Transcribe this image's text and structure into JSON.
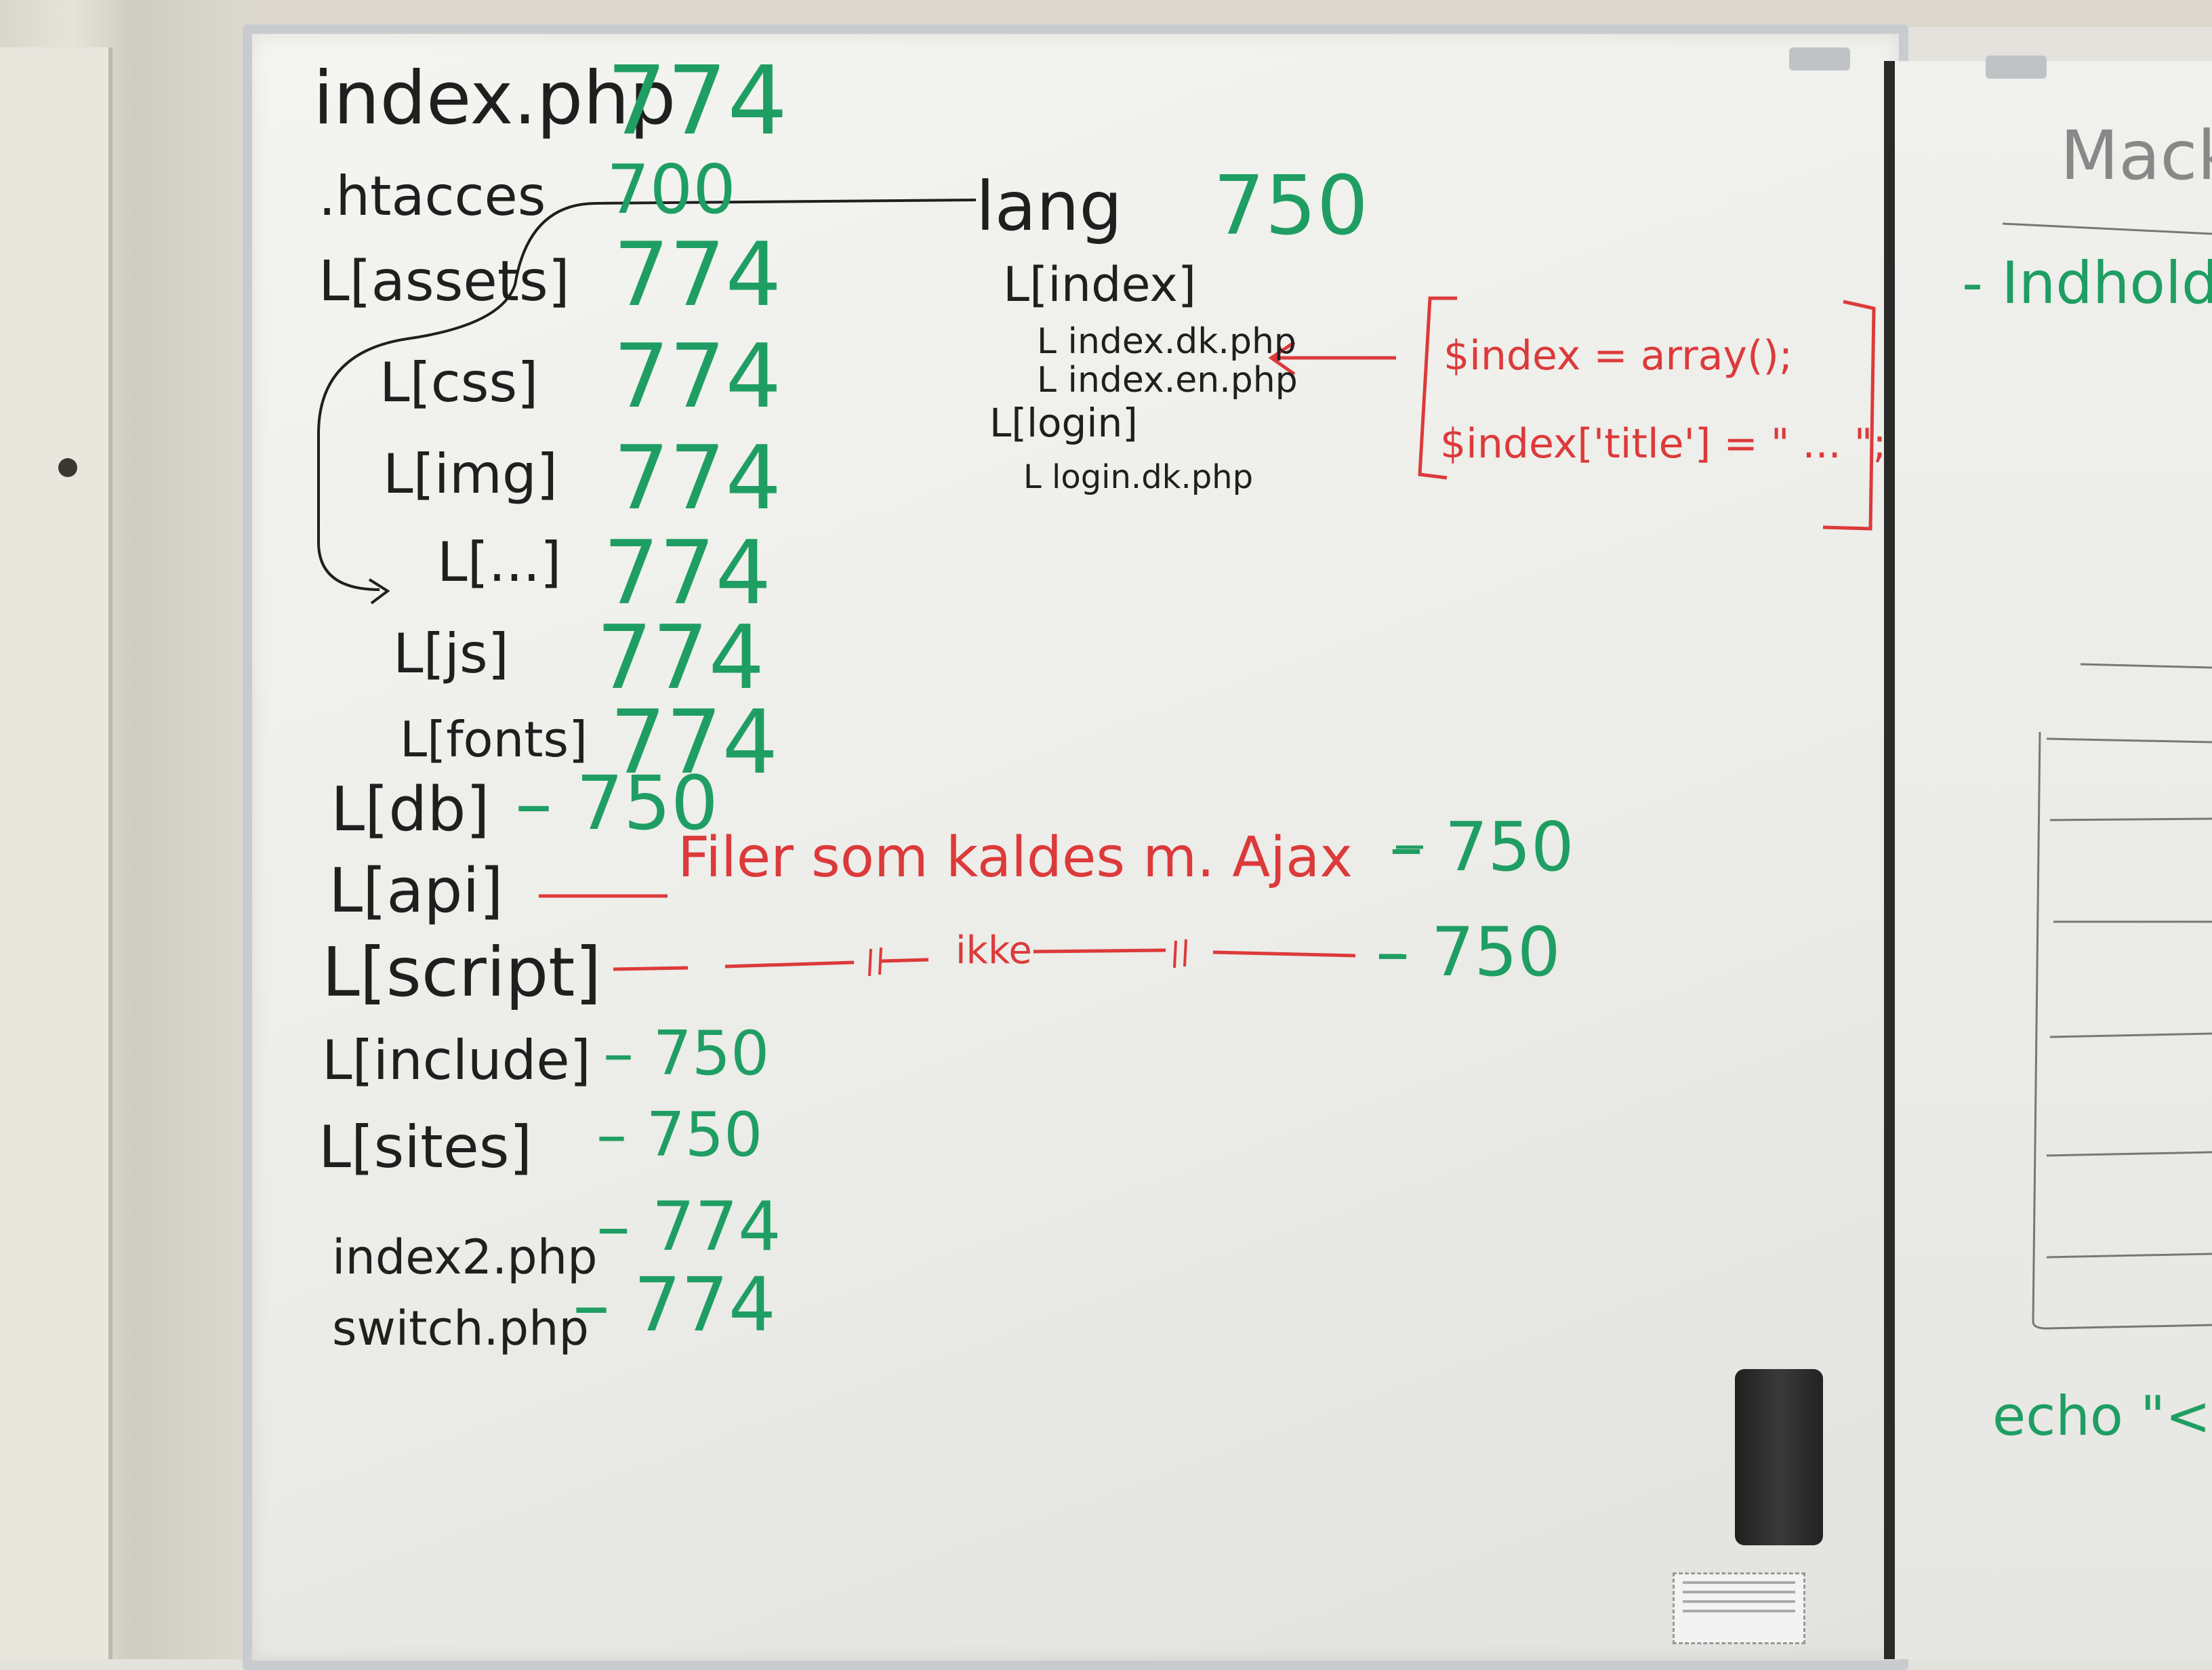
{
  "left_tree": [
    {
      "name": "index.php",
      "perm": "774"
    },
    {
      "name": ".htacces",
      "perm": "700"
    },
    {
      "name": "L[assets]",
      "perm": "774"
    },
    {
      "name": "L[css]",
      "perm": "774"
    },
    {
      "name": "L[img]",
      "perm": "774"
    },
    {
      "name": "L[...]",
      "perm": "774"
    },
    {
      "name": "L[js]",
      "perm": "774"
    },
    {
      "name": "L[fonts]",
      "perm": "774"
    },
    {
      "name": "L[db]",
      "perm": "– 750"
    },
    {
      "name": "L[api]",
      "perm": "– 750"
    },
    {
      "name": "L[script]",
      "perm": "– 750"
    },
    {
      "name": "L[include]",
      "perm": "– 750"
    },
    {
      "name": "L[sites]",
      "perm": "– 750"
    },
    {
      "name": "index2.php",
      "perm": "– 774"
    },
    {
      "name": "switch.php",
      "perm": "– 774"
    }
  ],
  "api_note": "Filer som kaldes m. Ajax",
  "script_note_mid": "ikke",
  "lang": {
    "name": "lang",
    "perm": "750",
    "items": [
      "L[index]",
      "L index.dk.php",
      "L index.en.php",
      "L[login]",
      "L login.dk.php"
    ]
  },
  "code_box": {
    "line1": "$index = array();",
    "line2": "$index['title'] = \" ... \";"
  },
  "right_board": {
    "heading": "Macke",
    "sub": "- Indhold",
    "echo": "echo \"<a"
  },
  "colors": {
    "black_ink": "#1f1f1f",
    "green_ink": "#1f9e63",
    "red_ink": "#dc3a3a"
  }
}
